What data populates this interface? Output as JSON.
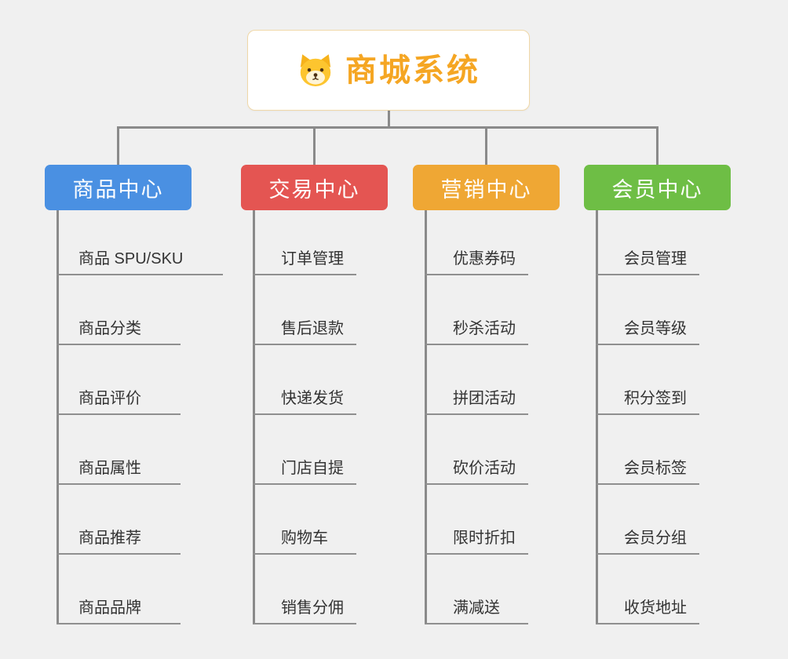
{
  "root": {
    "title": "商城系统",
    "icon": "dog-face-icon"
  },
  "colors": {
    "background": "#F0F0F0",
    "root_title": "#F5A623",
    "root_border": "#F0D8A8",
    "connector_line": "#8A8A8A",
    "branch_product": "#4A90E2",
    "branch_trade": "#E45552",
    "branch_marketing": "#EFA734",
    "branch_member": "#6EBE45",
    "leaf_text": "#333333"
  },
  "branches": [
    {
      "label": "商品中心",
      "color": "#4A90E2",
      "children": [
        "商品 SPU/SKU",
        "商品分类",
        "商品评价",
        "商品属性",
        "商品推荐",
        "商品品牌"
      ]
    },
    {
      "label": "交易中心",
      "color": "#E45552",
      "children": [
        "订单管理",
        "售后退款",
        "快递发货",
        "门店自提",
        "购物车",
        "销售分佣"
      ]
    },
    {
      "label": "营销中心",
      "color": "#EFA734",
      "children": [
        "优惠券码",
        "秒杀活动",
        "拼团活动",
        "砍价活动",
        "限时折扣",
        "满减送"
      ]
    },
    {
      "label": "会员中心",
      "color": "#6EBE45",
      "children": [
        "会员管理",
        "会员等级",
        "积分签到",
        "会员标签",
        "会员分组",
        "收货地址"
      ]
    }
  ]
}
